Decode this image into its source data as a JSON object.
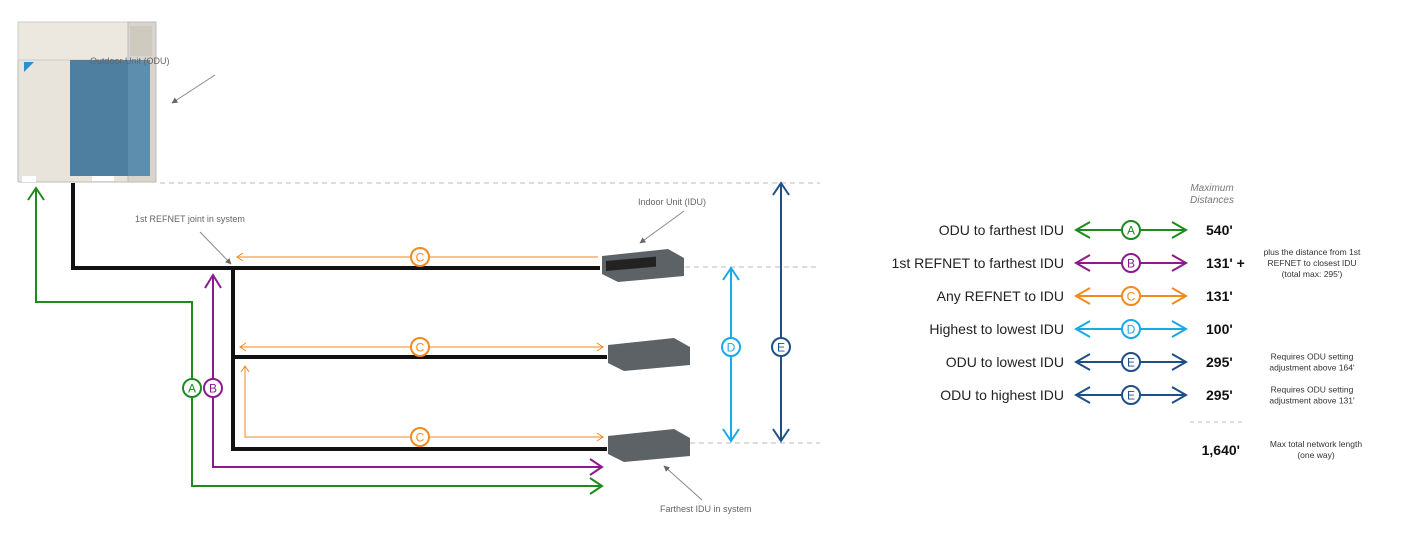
{
  "colors": {
    "A": "#1f8a1f",
    "B": "#8b1a8f",
    "C": "#f28a1c",
    "D": "#1aa8e6",
    "E": "#1f4f87",
    "pipe": "#111111",
    "guide": "#bbbbbb"
  },
  "callouts": {
    "odu": "Outdoor Unit (ODU)",
    "refnet": "1st REFNET joint in system",
    "idu": "Indoor Unit (IDU)",
    "farthest": "Farthest IDU in system"
  },
  "markers": {
    "A": "A",
    "B": "B",
    "C": "C",
    "D": "D",
    "E": "E"
  },
  "legend": {
    "header_line1": "Maximum",
    "header_line2": "Distances",
    "rows": [
      {
        "key": "A",
        "label": "ODU to farthest IDU",
        "value": "540'",
        "note1": "",
        "note2": "",
        "note3": ""
      },
      {
        "key": "B",
        "label": "1st REFNET to farthest IDU",
        "value": "131' +",
        "note1": "plus the distance from 1st",
        "note2": "REFNET to closest IDU",
        "note3": "(total max: 295')"
      },
      {
        "key": "C",
        "label": "Any REFNET to IDU",
        "value": "131'",
        "note1": "",
        "note2": "",
        "note3": ""
      },
      {
        "key": "D",
        "label": "Highest to lowest IDU",
        "value": "100'",
        "note1": "",
        "note2": "",
        "note3": ""
      },
      {
        "key": "E",
        "label": "ODU to lowest IDU",
        "value": "295'",
        "note1": "Requires ODU setting",
        "note2": "adjustment above 164'",
        "note3": ""
      },
      {
        "key": "E",
        "label": "ODU to highest IDU",
        "value": "295'",
        "note1": "Requires ODU setting",
        "note2": "adjustment above 131'",
        "note3": ""
      }
    ],
    "total": {
      "value": "1,640'",
      "note1": "Max total network length",
      "note2": "(one way)"
    }
  }
}
